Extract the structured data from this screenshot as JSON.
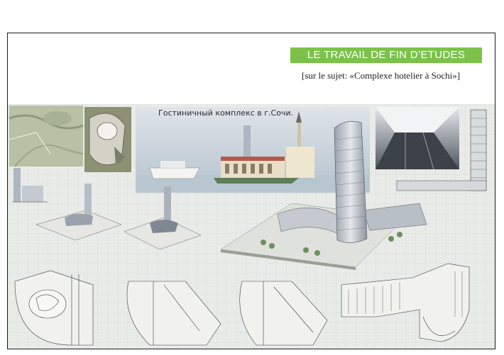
{
  "header": {
    "title": "LE TRAVAIL DE FIN D’ETUDES",
    "subtitle": "[sur le sujet: «Complexe hotelier à Sochi»]"
  },
  "poster": {
    "title": "Гостиничный комплекс в г.Сочи.",
    "colors": {
      "accent": "#7cc24a",
      "sky": "#c9d3de",
      "water": "#b8c6cf",
      "building": "#c7ccd2"
    }
  }
}
